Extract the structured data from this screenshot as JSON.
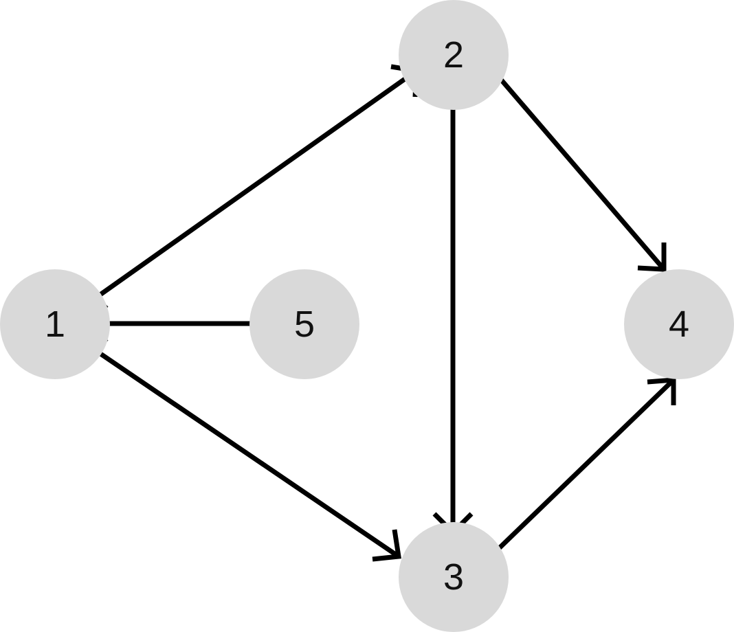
{
  "colors": {
    "node_fill": "#d9d9d9",
    "edge": "#000000",
    "label": "#111111"
  },
  "nodes": [
    {
      "id": "1",
      "label": "1"
    },
    {
      "id": "2",
      "label": "2"
    },
    {
      "id": "3",
      "label": "3"
    },
    {
      "id": "4",
      "label": "4"
    },
    {
      "id": "5",
      "label": "5"
    }
  ],
  "edges": [
    {
      "from": "1",
      "to": "2"
    },
    {
      "from": "1",
      "to": "3"
    },
    {
      "from": "5",
      "to": "1"
    },
    {
      "from": "2",
      "to": "3"
    },
    {
      "from": "2",
      "to": "4"
    },
    {
      "from": "3",
      "to": "4"
    }
  ]
}
